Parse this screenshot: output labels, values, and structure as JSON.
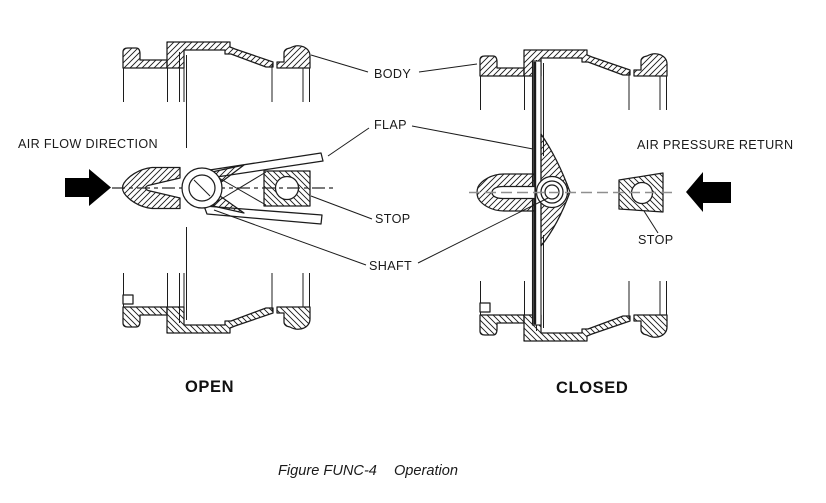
{
  "figure": {
    "caption": {
      "figure_label": "Figure FUNC-4",
      "figure_title": "Operation"
    }
  },
  "open_view": {
    "title": "OPEN",
    "flow_label": "AIR FLOW DIRECTION"
  },
  "closed_view": {
    "title": "CLOSED",
    "flow_label": "AIR PRESSURE RETURN",
    "stop_label": "STOP"
  },
  "callouts": {
    "body": "BODY",
    "flap": "FLAP",
    "stop": "STOP",
    "shaft": "SHAFT"
  },
  "icons": {
    "flow_arrow": "right-arrow-icon",
    "return_arrow": "left-arrow-icon"
  },
  "colors": {
    "background": "#ffffff",
    "line": "#1c1c1c",
    "centerline_open": "#2a2a2a",
    "centerline_closed": "#8f8f8f",
    "arrow_fill": "#000000"
  }
}
